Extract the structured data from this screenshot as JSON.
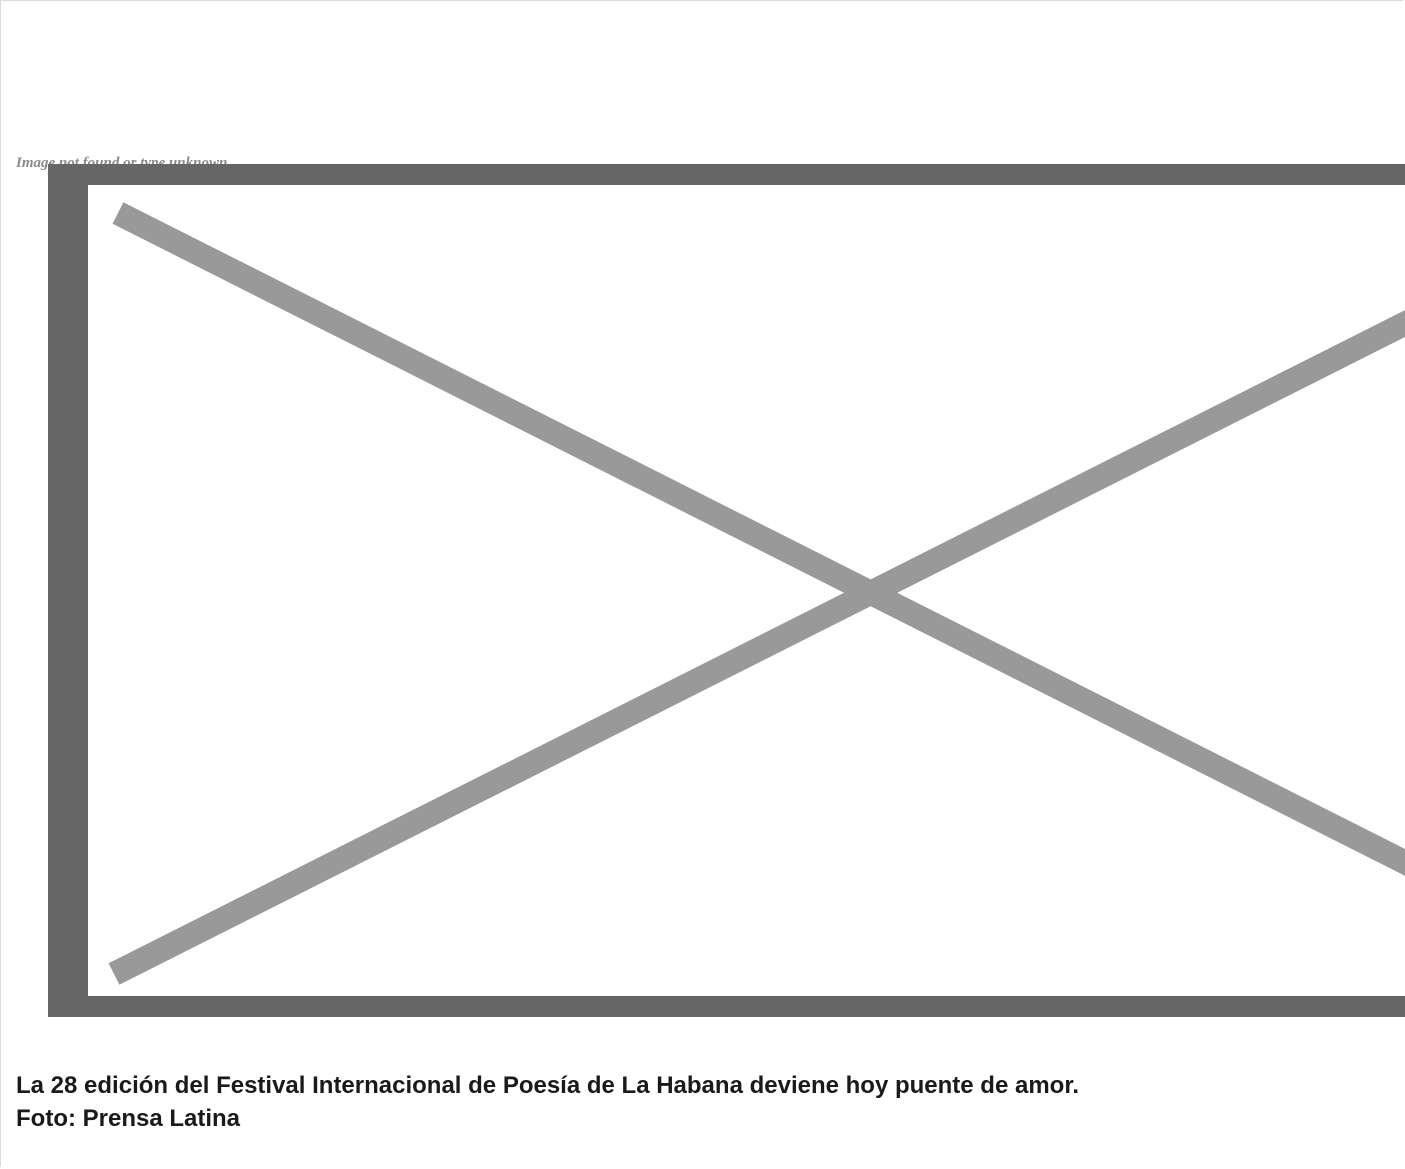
{
  "image": {
    "alt_text": "Image not found or type unknown",
    "icon": "broken-image-icon",
    "colors": {
      "frame": "#666666",
      "cross": "#999999",
      "fill": "#ffffff"
    }
  },
  "caption": {
    "line1": "La 28 edición del Festival Internacional de Poesía de La Habana deviene hoy puente de amor.",
    "line2": "Foto: Prensa Latina"
  }
}
